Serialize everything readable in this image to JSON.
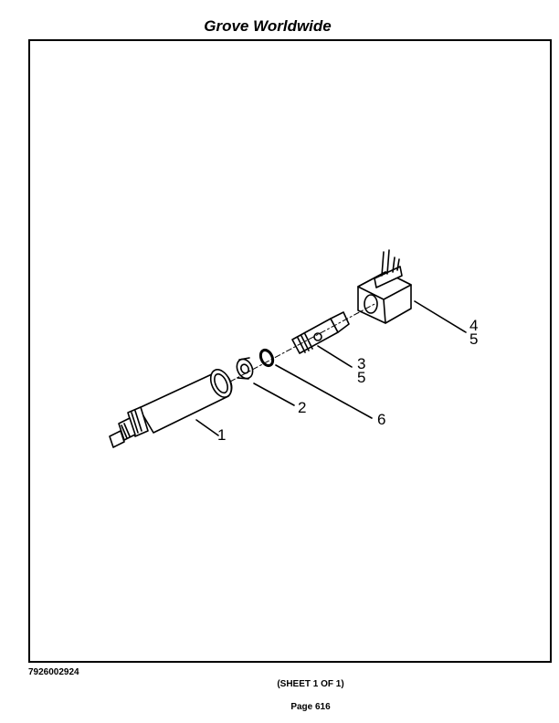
{
  "header": {
    "title": "Grove Worldwide"
  },
  "diagram": {
    "callouts": [
      {
        "id": "c1",
        "text": "1"
      },
      {
        "id": "c2",
        "text": "2"
      },
      {
        "id": "c3",
        "text": "3"
      },
      {
        "id": "c3b",
        "text": "5"
      },
      {
        "id": "c4",
        "text": "4"
      },
      {
        "id": "c4b",
        "text": "5"
      },
      {
        "id": "c6",
        "text": "6"
      }
    ]
  },
  "footer": {
    "doc_number": "7926002924",
    "sheet": "(SHEET 1 OF 1)",
    "page": "Page 616"
  }
}
